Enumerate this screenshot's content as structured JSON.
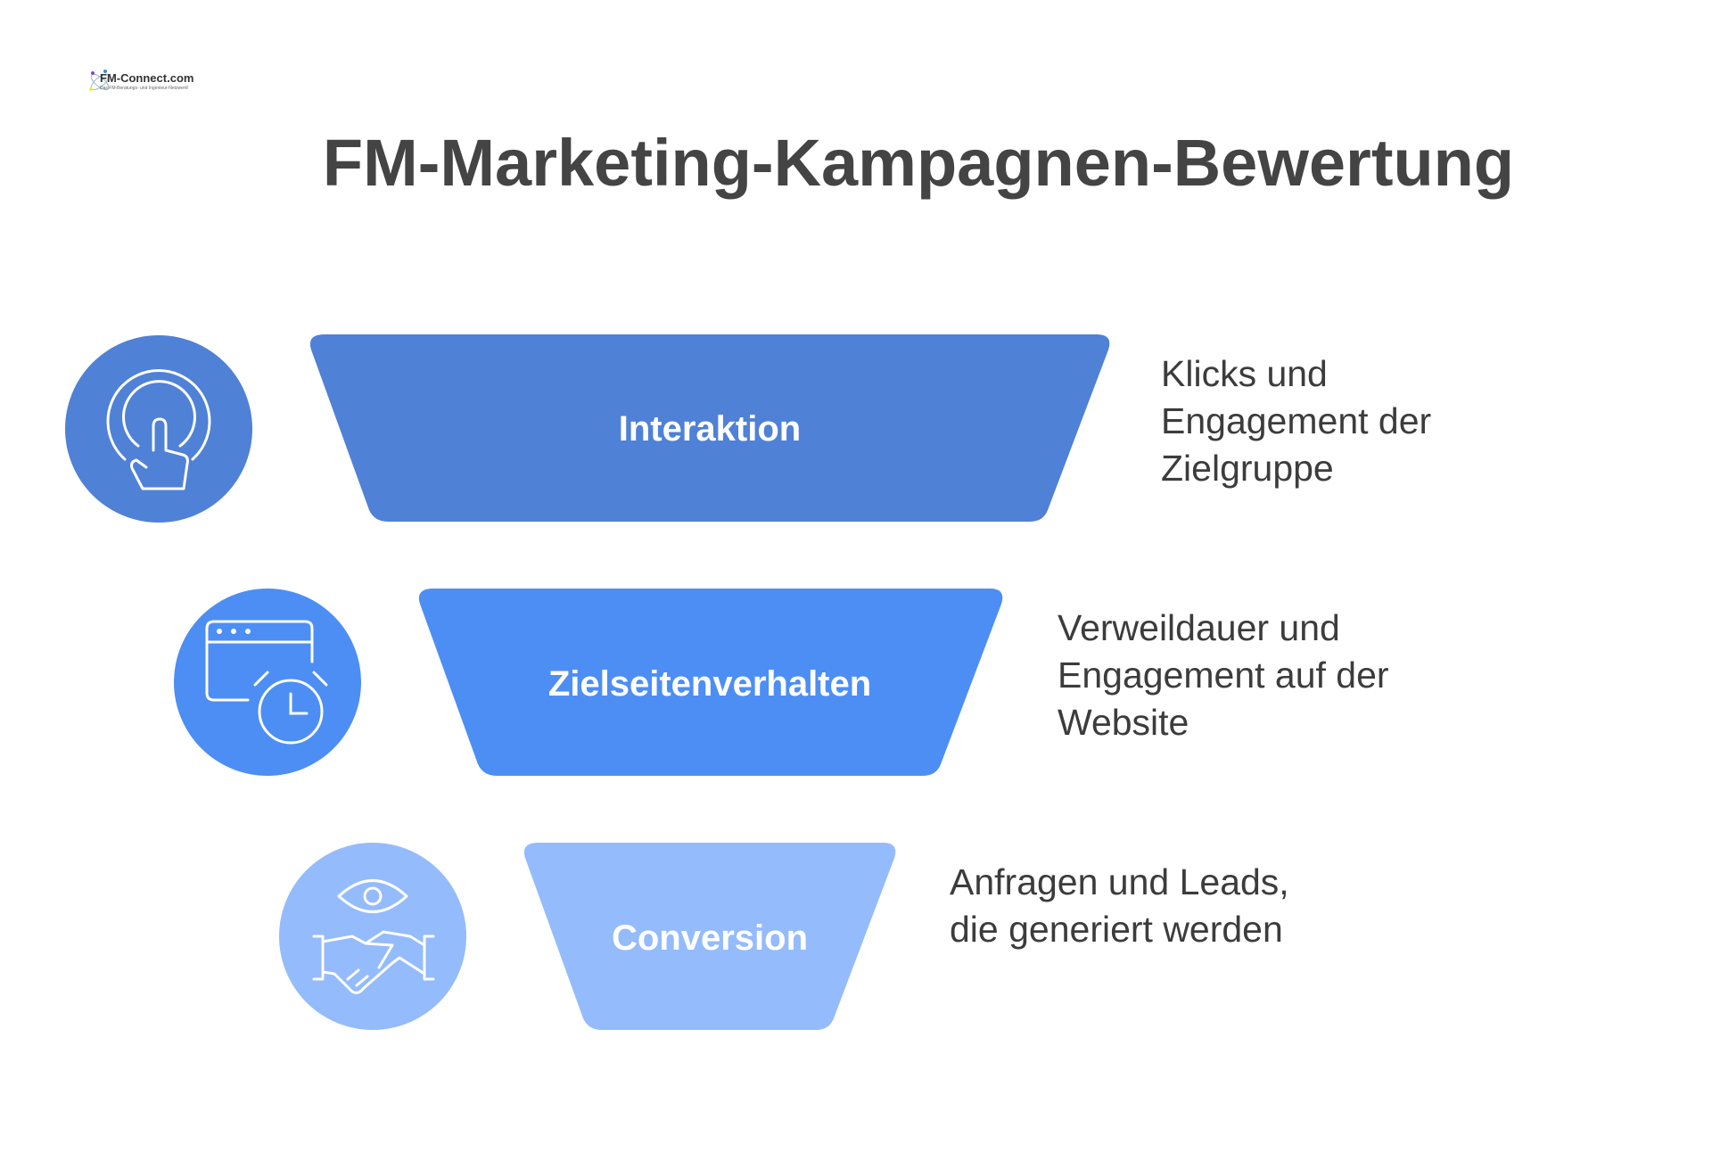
{
  "logo": {
    "name": "FM-Connect.com",
    "tagline": "Das FM-Beratungs- und Ingenieur-Netzwerk!"
  },
  "title": "FM-Marketing-Kampagnen-Bewertung",
  "stages": [
    {
      "label": "Interaktion",
      "description_lines": [
        "Klicks und",
        "Engagement der",
        "Zielgruppe"
      ],
      "icon": "pointer-tap-icon",
      "color": "#4f81d6"
    },
    {
      "label": "Zielseitenverhalten",
      "description_lines": [
        "Verweildauer und",
        "Engagement auf der",
        "Website"
      ],
      "icon": "browser-clock-icon",
      "color": "#4d8ef5"
    },
    {
      "label": "Conversion",
      "description_lines": [
        "Anfragen und Leads,",
        "die generiert werden"
      ],
      "icon": "eye-handshake-icon",
      "color": "#94bbfc"
    }
  ]
}
